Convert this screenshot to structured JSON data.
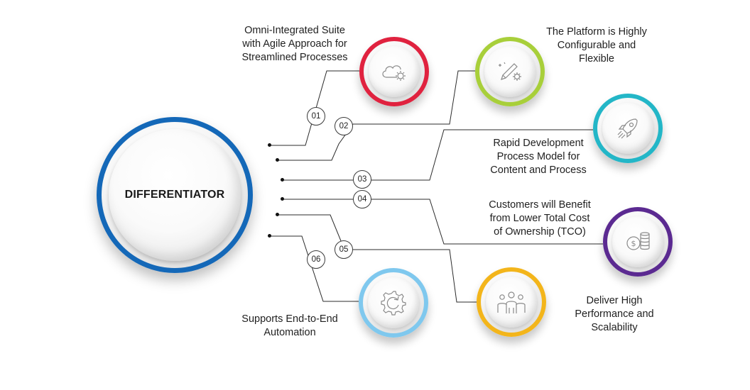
{
  "center": {
    "label": "DIFFERENTIATOR"
  },
  "items": [
    {
      "number": "01",
      "lines": [
        "Omni-Integrated Suite",
        "with Agile Approach for",
        "Streamlined Processes"
      ],
      "color": "#e0223f",
      "icon": "cloud-gear-icon"
    },
    {
      "number": "02",
      "lines": [
        "The Platform is Highly",
        "Configurable and",
        "Flexible"
      ],
      "color": "#a8cf3a",
      "icon": "pencil-gear-icon"
    },
    {
      "number": "03",
      "lines": [
        "Rapid Development",
        "Process Model for",
        "Content and Process"
      ],
      "color": "#23b6c7",
      "icon": "rocket-icon"
    },
    {
      "number": "04",
      "lines": [
        "Customers will Benefit",
        "from Lower Total Cost",
        "of Ownership (TCO)"
      ],
      "color": "#5b2a91",
      "icon": "coins-icon"
    },
    {
      "number": "05",
      "lines": [
        "Deliver High",
        "Performance and",
        "Scalability"
      ],
      "color": "#f3b51b",
      "icon": "team-icon"
    },
    {
      "number": "06",
      "lines": [
        "Supports End-to-End",
        "Automation"
      ],
      "color": "#7fc8ee",
      "icon": "gear-cycle-icon"
    }
  ]
}
